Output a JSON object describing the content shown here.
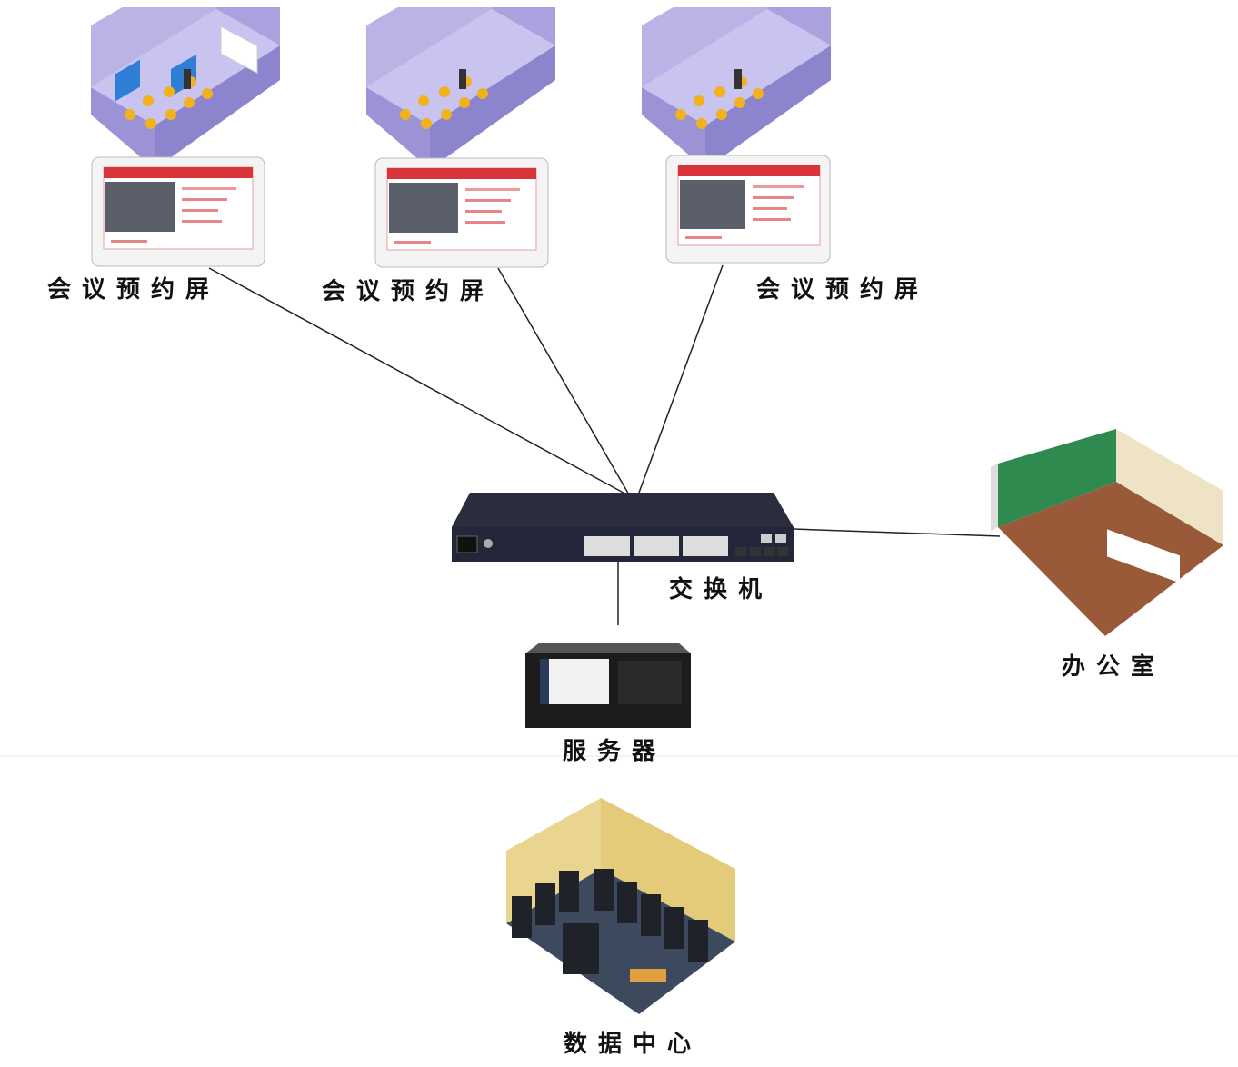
{
  "nodes": {
    "booking_screen_1": {
      "label": "会议预约屏"
    },
    "booking_screen_2": {
      "label": "会议预约屏"
    },
    "booking_screen_3": {
      "label": "会议预约屏"
    },
    "switch": {
      "label": "交换机"
    },
    "server": {
      "label": "服务器"
    },
    "office": {
      "label": "办公室"
    },
    "data_center": {
      "label": "数据中心"
    }
  },
  "colors": {
    "screen_accent": "#d9343a",
    "room_wall": "#b9b3e6",
    "chair": "#f2b21b",
    "switch_body": "#2b2d3c",
    "office_floor": "#9a5a3a",
    "office_wall": "#2f8a4f",
    "datacenter_wall": "#e9d58f"
  }
}
